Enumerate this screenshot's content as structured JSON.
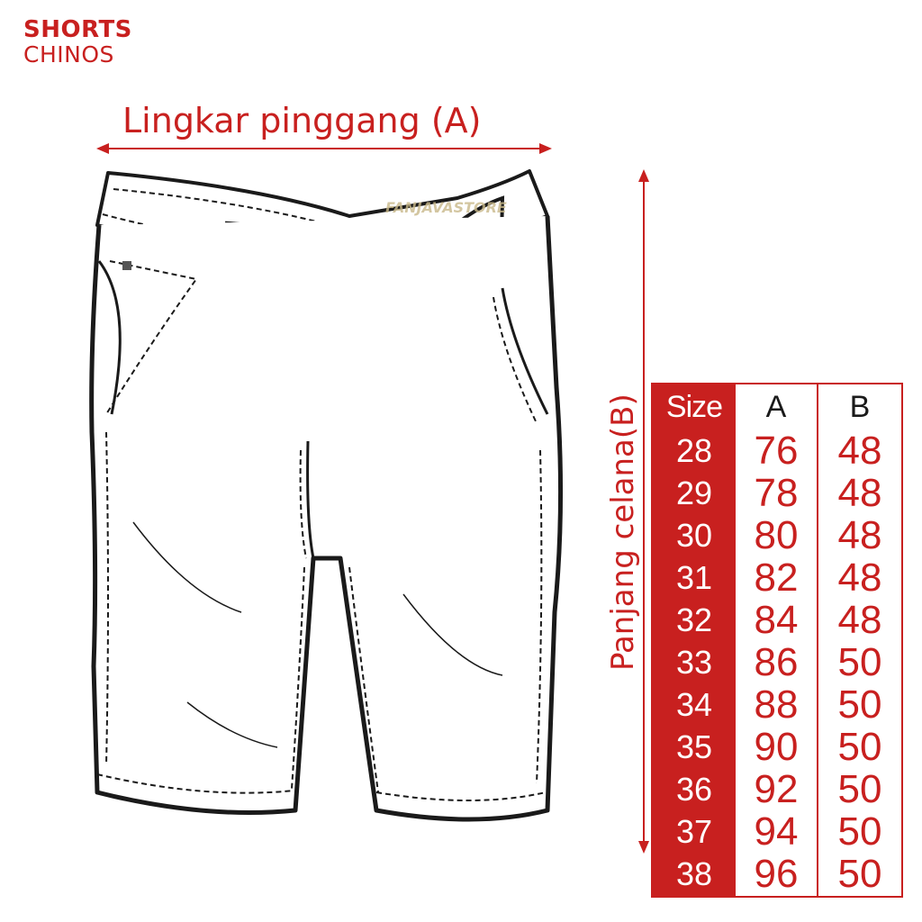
{
  "brand": {
    "line1": "SHORTS",
    "line2": "CHINOS"
  },
  "measure_labels": {
    "waist": "Lingkar pinggang (A)",
    "length": "Panjang celana(B)"
  },
  "watermark": "FANJAVASTORE",
  "size_chart": {
    "headers": [
      "Size",
      "A",
      "B"
    ],
    "rows": [
      {
        "size": "28",
        "a": "76",
        "b": "48"
      },
      {
        "size": "29",
        "a": "78",
        "b": "48"
      },
      {
        "size": "30",
        "a": "80",
        "b": "48"
      },
      {
        "size": "31",
        "a": "82",
        "b": "48"
      },
      {
        "size": "32",
        "a": "84",
        "b": "48"
      },
      {
        "size": "33",
        "a": "86",
        "b": "50"
      },
      {
        "size": "34",
        "a": "88",
        "b": "50"
      },
      {
        "size": "35",
        "a": "90",
        "b": "50"
      },
      {
        "size": "36",
        "a": "92",
        "b": "50"
      },
      {
        "size": "37",
        "a": "94",
        "b": "50"
      },
      {
        "size": "38",
        "a": "96",
        "b": "50"
      }
    ]
  },
  "colors": {
    "accent": "#c8201f",
    "text": "#1a1a1a",
    "background": "#ffffff"
  }
}
